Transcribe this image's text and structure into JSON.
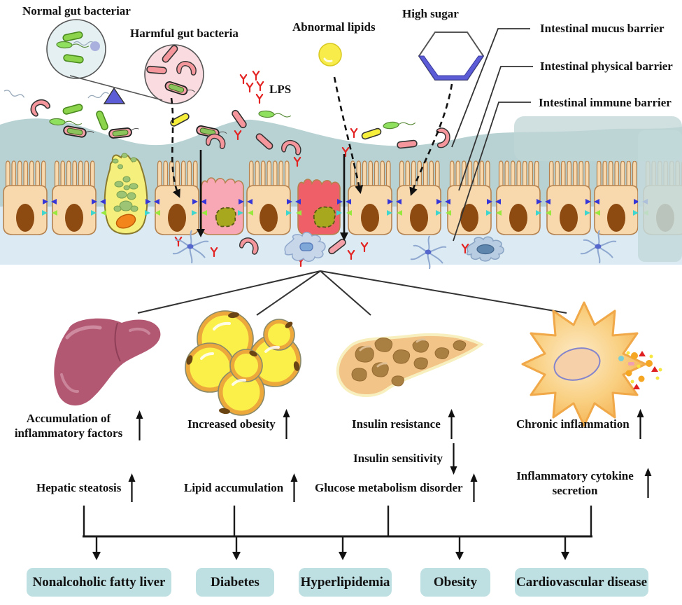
{
  "labels": {
    "normal_gut": "Normal gut bacteriar",
    "harmful_gut": "Harmful gut bacteria",
    "abnormal_lipids": "Abnormal lipids",
    "high_sugar": "High sugar",
    "lps": "LPS"
  },
  "barriers": [
    "Intestinal mucus barrier",
    "Intestinal physical barrier",
    "Intestinal immune barrier"
  ],
  "outcomes": [
    {
      "label": "Accumulation of inflammatory factors",
      "direction": "up"
    },
    {
      "label": "Increased obesity",
      "direction": "up"
    },
    {
      "label": "Insulin resistance",
      "direction": "up"
    },
    {
      "label": "Chronic inflammation",
      "direction": "up"
    },
    {
      "label": "Hepatic steatosis",
      "direction": "up"
    },
    {
      "label": "Lipid accumulation",
      "direction": "up"
    },
    {
      "label": "Insulin sensitivity",
      "direction": "down"
    },
    {
      "label": "Glucose metabolism disorder",
      "direction": "up"
    },
    {
      "label": "Inflammatory cytokine secretion",
      "direction": "up"
    }
  ],
  "diseases": [
    "Nonalcoholic fatty liver",
    "Diabetes",
    "Hyperlipidemia",
    "Obesity",
    "Cardiovascular disease"
  ],
  "organs": [
    "liver",
    "adipose-tissue",
    "pancreas",
    "inflammatory-cell"
  ],
  "colors": {
    "disease_box": "#bee0e2",
    "mucus_layer": "#b8d2d3",
    "lamina_propria": "#dcebf3",
    "epithelial_cell": "#f7d9ad",
    "epithelial_outline": "#b5824f",
    "nucleus": "#8d4a11",
    "goblet_cell": "#f5f07d",
    "damaged_cell_pink": "#f8a8b4",
    "damaged_cell_red": "#ef5f68",
    "tight_junction_blue": "#3535d8",
    "junction_cyan": "#3fd6cf",
    "junction_green": "#99e83f",
    "lps_red": "#e32222",
    "liver": "#b25873",
    "adipocyte_yellow": "#fbf04a",
    "adipocyte_rim": "#eda83c",
    "pancreas_lobule": "#aa7f42",
    "inflammatory_cell": "#f8c468",
    "good_bacteria_green": "#8cd44c",
    "bad_bacteria_pink": "#f4969c",
    "balance_triangle": "#5c5cd6"
  }
}
